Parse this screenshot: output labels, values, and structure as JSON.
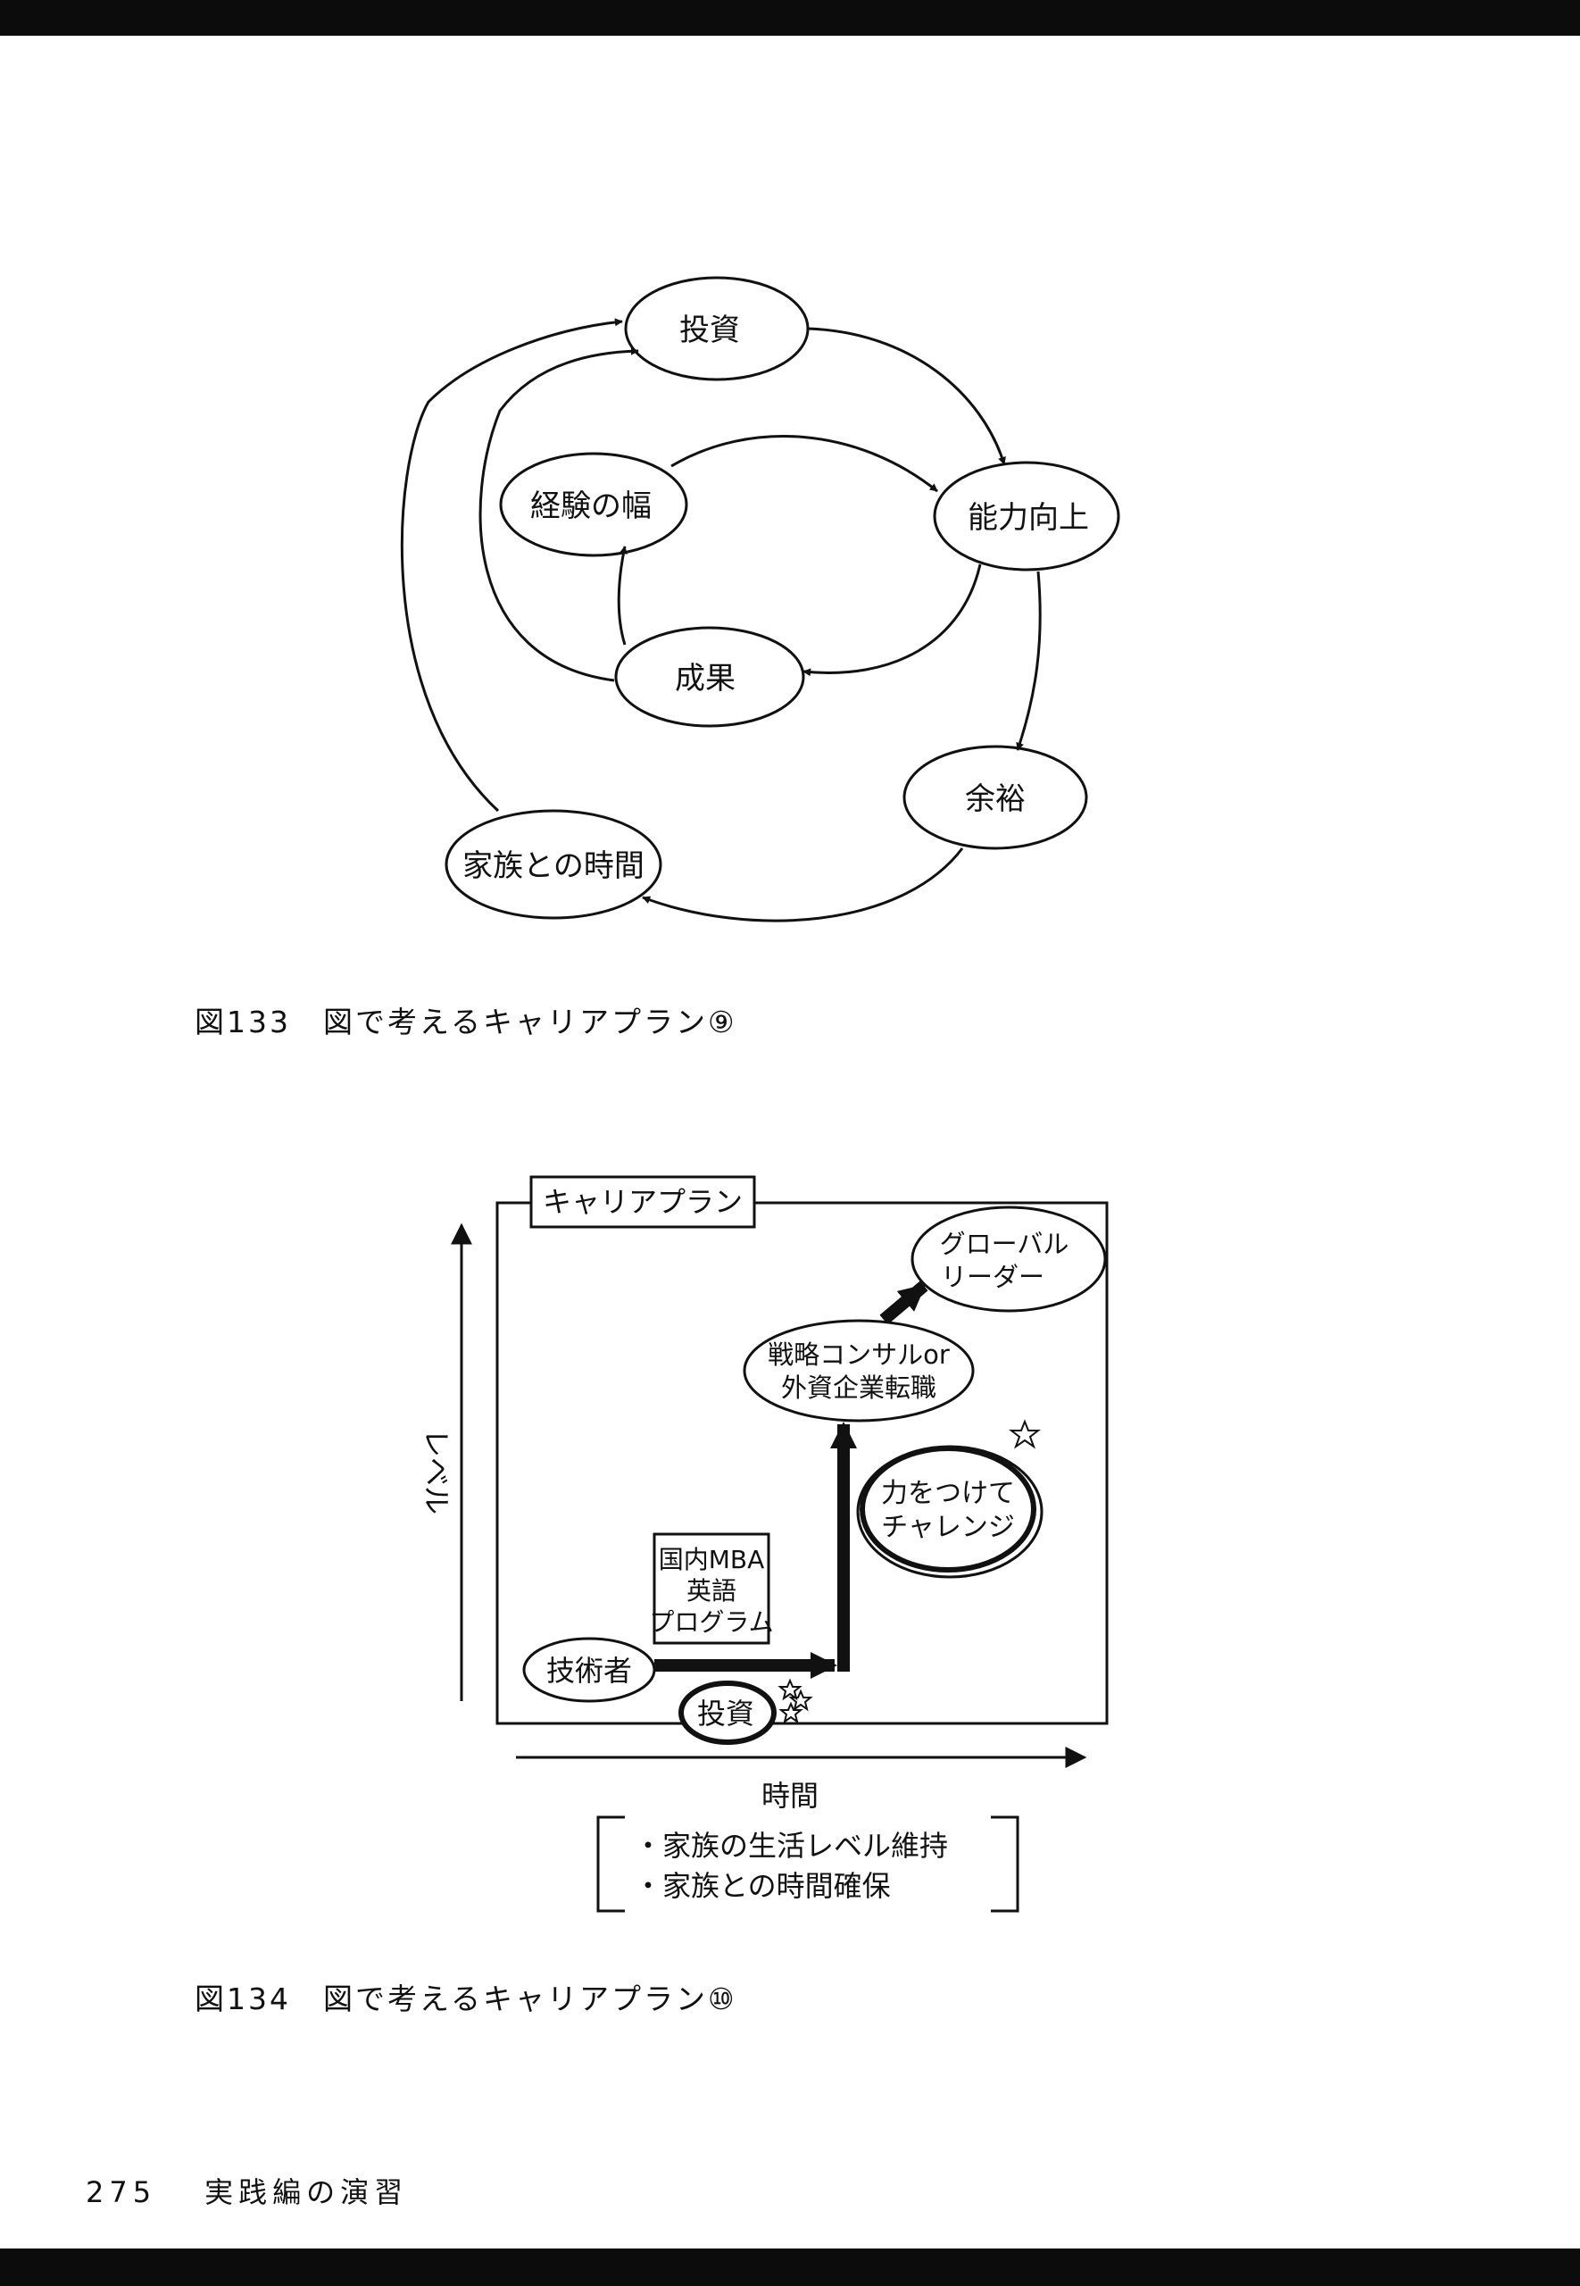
{
  "figure133": {
    "nodes": {
      "invest": "投資",
      "ability": "能力向上",
      "experience": "経験の幅",
      "results": "成果",
      "margin": "余裕",
      "family_time": "家族との時間"
    },
    "caption": "図133　図で考えるキャリアプラン⑨"
  },
  "figure134": {
    "frame_title": "キャリアプラン",
    "y_axis_label": "レベル",
    "x_axis_label": "時間",
    "nodes": {
      "engineer": "技術者",
      "invest": "投資",
      "program_line1": "国内MBA",
      "program_line2": "英語",
      "program_line3": "プログラム",
      "strategy_line1": "戦略コンサルor",
      "strategy_line2": "外資企業転職",
      "global_line1": "グローバル",
      "global_line2": "リーダー",
      "challenge_line1": "力をつけて",
      "challenge_line2": "チャレンジ"
    },
    "conditions": [
      "・家族の生活レベル維持",
      "・家族との時間確保"
    ],
    "caption": "図134　図で考えるキャリアプラン⑩"
  },
  "footer": {
    "page_number": "275",
    "section": "実践編の演習"
  }
}
